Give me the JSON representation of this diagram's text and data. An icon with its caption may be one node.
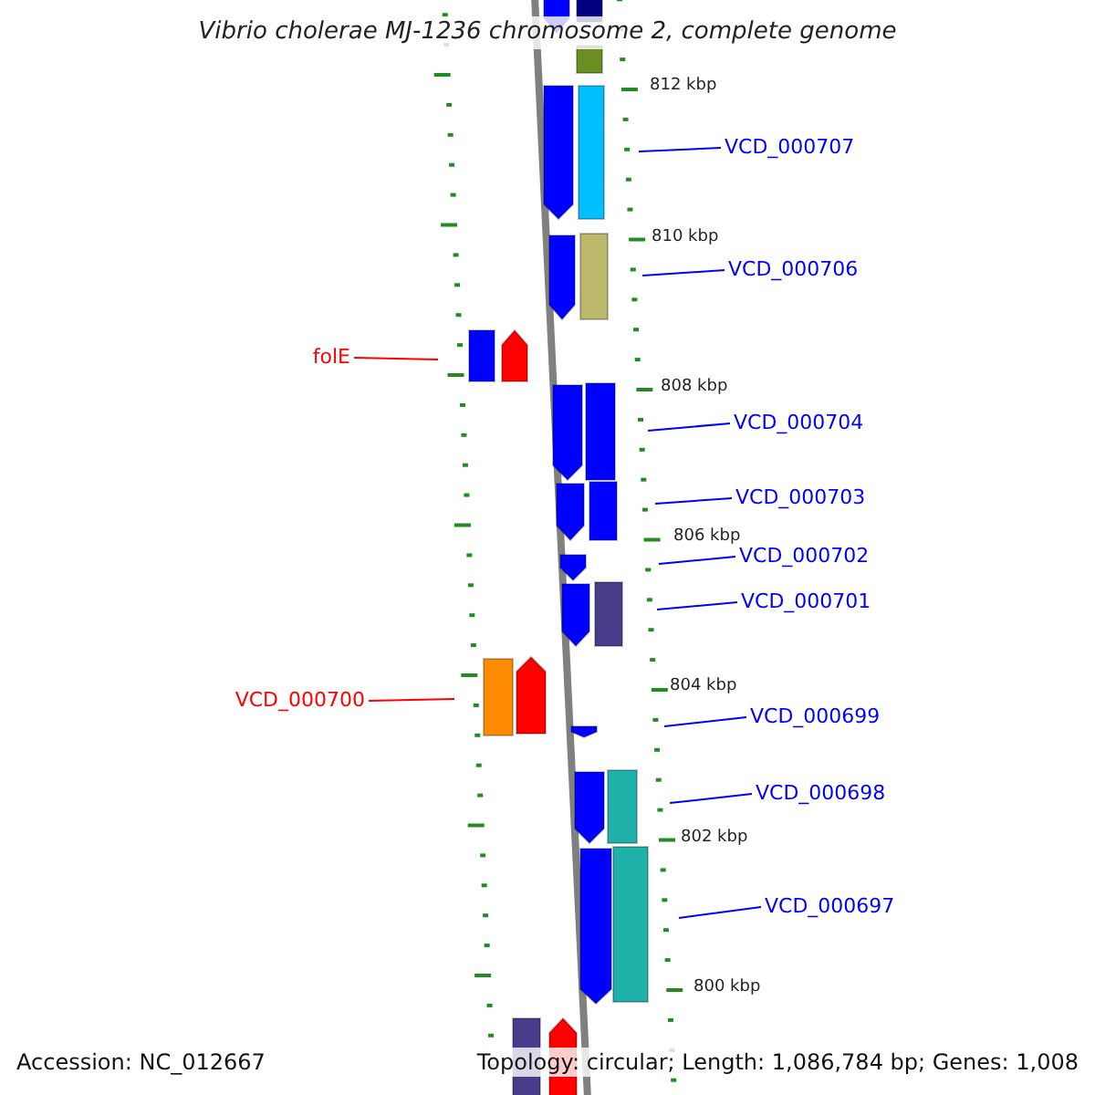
{
  "diagram": {
    "title": "Vibrio cholerae MJ-1236 chromosome 2, complete genome",
    "nodes": [
      {
        "text": [
          "VCD_000707"
        ]
      },
      {
        "text": [
          "VCD_000706"
        ]
      },
      {
        "text": [
          "folE"
        ]
      },
      {
        "text": [
          "VCD_000704"
        ]
      },
      {
        "text": [
          "VCD_000703"
        ]
      },
      {
        "text": [
          "VCD_000702"
        ]
      },
      {
        "text": [
          "VCD_000701"
        ]
      },
      {
        "text": [
          "VCD_000700"
        ]
      },
      {
        "text": [
          "VCD_000699"
        ]
      },
      {
        "text": [
          "VCD_000698"
        ]
      },
      {
        "text": [
          "VCD_000697"
        ]
      }
    ],
    "edges": [
      {
        "from": 0,
        "to": null,
        "arrow": "none"
      },
      {
        "from": 1,
        "to": null,
        "arrow": "none"
      },
      {
        "from": 2,
        "to": null,
        "arrow": "none",
        "color": "#ff0000"
      },
      {
        "from": 3,
        "to": null,
        "arrow": "none"
      },
      {
        "from": 4,
        "to": null,
        "arrow": "none"
      },
      {
        "from": 5,
        "to": null,
        "arrow": "none"
      },
      {
        "from": 6,
        "to": null,
        "arrow": "none"
      },
      {
        "from": 7,
        "to": null,
        "arrow": "none",
        "color": "#ff0000"
      },
      {
        "from": 8,
        "to": null,
        "arrow": "none"
      },
      {
        "from": 9,
        "to": null,
        "arrow": "none"
      },
      {
        "from": 10,
        "to": null,
        "arrow": "none"
      }
    ],
    "labels": [
      "812 kbp",
      "810 kbp",
      "808 kbp",
      "806 kbp",
      "804 kbp",
      "802 kbp",
      "800 kbp",
      "Accession: NC_012667",
      "Topology: circular; Length: 1,086,784 bp; Genes: 1,008"
    ]
  }
}
